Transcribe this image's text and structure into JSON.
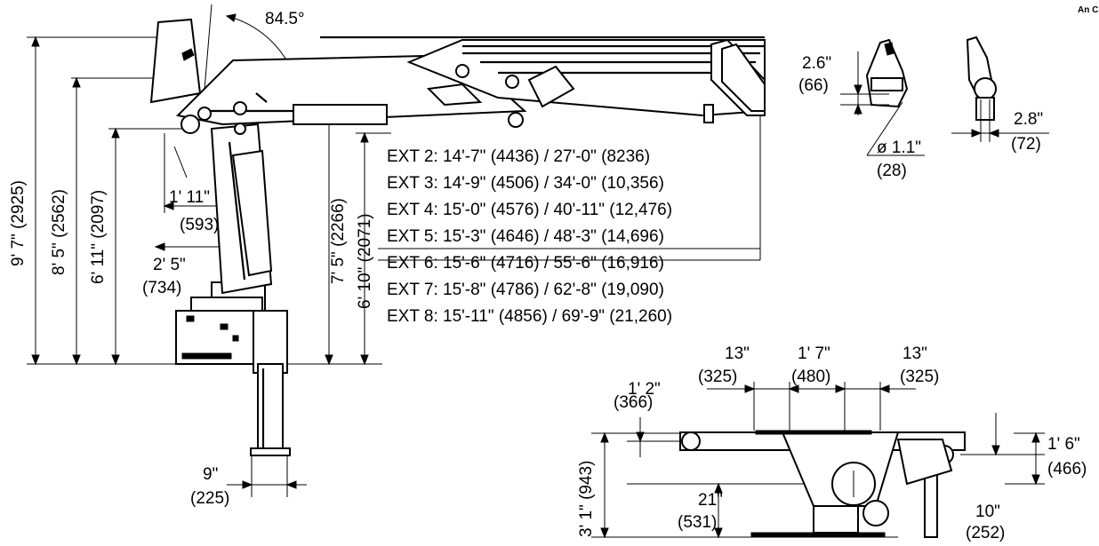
{
  "angle": {
    "value": "84.5°"
  },
  "corner_text": "An C",
  "heights": [
    {
      "ft": "9' 7\"",
      "mm": "(2925)"
    },
    {
      "ft": "8' 5\"",
      "mm": "(2562)"
    },
    {
      "ft": "6' 11\"",
      "mm": "(2097)"
    },
    {
      "ft": "7' 5\"",
      "mm": "(2266)"
    },
    {
      "ft": "6' 10\"",
      "mm": "(2071)"
    }
  ],
  "offsets": {
    "pivot": {
      "ft": "1' 11\"",
      "mm": "(593)"
    },
    "column": {
      "ft": "2' 5\"",
      "mm": "(734)"
    },
    "foot": {
      "ft": "9\"",
      "mm": "(225)"
    }
  },
  "extensions": [
    "EXT 2: 14'-7\" (4436) / 27'-0\" (8236)",
    "EXT 3: 14'-9\" (4506) / 34'-0\" (10,356)",
    "EXT 4: 15'-0\" (4576) / 40'-11\" (12,476)",
    "EXT 5: 15'-3\" (4646) / 48'-3\" (14,696)",
    "EXT 6: 15'-6\" (4716) / 55'-6\" (16,916)",
    "EXT 7: 15'-8\" (4786) / 62'-8\" (19,090)",
    "EXT 8: 15'-11\" (4856) / 69'-9\" (21,260)"
  ],
  "hook_detail": {
    "gap": {
      "in": "2.6\"",
      "mm": "(66)"
    },
    "pin": {
      "in": "ø 1.1\"",
      "mm": "(28)"
    },
    "width": {
      "in": "2.8\"",
      "mm": "(72)"
    }
  },
  "base_view": {
    "top": [
      {
        "in": "13\"",
        "mm": "(325)"
      },
      {
        "in": "1' 7\"",
        "mm": "(480)"
      },
      {
        "in": "13\"",
        "mm": "(325)"
      }
    ],
    "left_offset": {
      "ft": "1' 2\"",
      "mm": "(366)"
    },
    "height": {
      "ft": "3' 1\"",
      "mm": "(943)"
    },
    "center": {
      "in": "21\"",
      "mm": "(531)"
    },
    "right_upper": {
      "ft": "1' 6\"",
      "mm": "(466)"
    },
    "right_lower": {
      "in": "10\"",
      "mm": "(252)"
    }
  }
}
